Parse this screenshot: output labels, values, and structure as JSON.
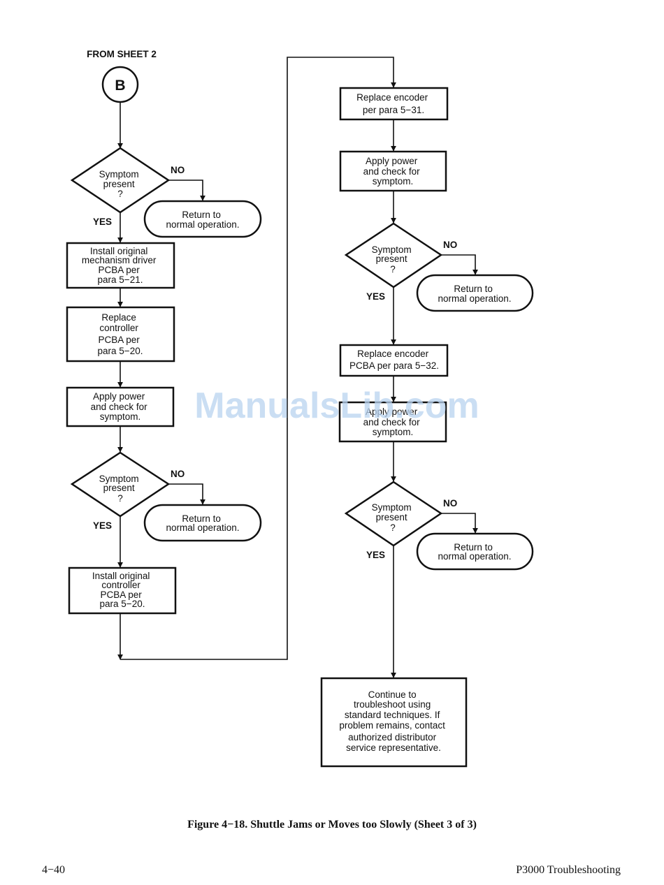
{
  "from_sheet_label": "FROM SHEET 2",
  "connector_letter": "B",
  "watermark": "ManualsLib.com",
  "yes_label": "YES",
  "no_label": "NO",
  "nodes": [
    {
      "id": "d1",
      "lines": [
        "Symptom",
        "present",
        "?"
      ]
    },
    {
      "id": "r1",
      "lines": [
        "Return to",
        "normal operation."
      ]
    },
    {
      "id": "p1",
      "lines": [
        "Install original",
        "mechanism driver",
        "PCBA per",
        "para 5−21."
      ]
    },
    {
      "id": "p2",
      "lines": [
        "Replace",
        "controller",
        "PCBA per",
        "para 5−20."
      ]
    },
    {
      "id": "p3",
      "lines": [
        "Apply power",
        "and check for",
        "symptom."
      ]
    },
    {
      "id": "d2",
      "lines": [
        "Symptom",
        "present",
        "?"
      ]
    },
    {
      "id": "r2",
      "lines": [
        "Return to",
        "normal operation."
      ]
    },
    {
      "id": "p4",
      "lines": [
        "Install original",
        "controller",
        "PCBA per",
        "para 5−20."
      ]
    },
    {
      "id": "p5",
      "lines": [
        "Replace encoder",
        "per para 5−31."
      ]
    },
    {
      "id": "p6",
      "lines": [
        "Apply power",
        "and check for",
        "symptom."
      ]
    },
    {
      "id": "d3",
      "lines": [
        "Symptom",
        "present",
        "?"
      ]
    },
    {
      "id": "r3",
      "lines": [
        "Return to",
        "normal operation."
      ]
    },
    {
      "id": "p7",
      "lines": [
        "Replace encoder",
        "PCBA per para 5−32."
      ]
    },
    {
      "id": "p8",
      "lines": [
        "Apply power",
        "and check for",
        "symptom."
      ]
    },
    {
      "id": "d4",
      "lines": [
        "Symptom",
        "present",
        "?"
      ]
    },
    {
      "id": "r4",
      "lines": [
        "Return to",
        "normal operation."
      ]
    },
    {
      "id": "p9",
      "lines": [
        "Continue to",
        "troubleshoot using",
        "standard techniques. If",
        "problem remains, contact",
        "authorized distributor",
        "service representative."
      ]
    }
  ],
  "caption": "Figure 4−18. Shuttle Jams or Moves too Slowly (Sheet 3 of 3)",
  "footer_left": "4−40",
  "footer_right": "P3000 Troubleshooting"
}
